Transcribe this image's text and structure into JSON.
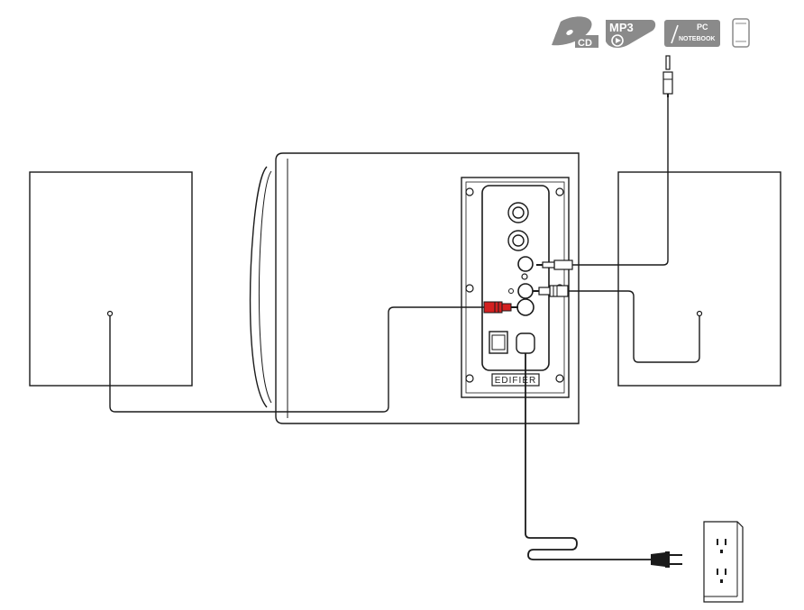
{
  "sources": {
    "cd": "CD",
    "mp3": "MP3",
    "pc": "PC",
    "notebook": "NOTEBOOK",
    "phone_icon": "smartphone-icon"
  },
  "panel": {
    "brand": "EDIFIER"
  },
  "colors": {
    "line": "#1a1a1a",
    "icon_gray": "#8a8a8a",
    "rca_red": "#d32020",
    "panel_fill": "#ffffff"
  }
}
